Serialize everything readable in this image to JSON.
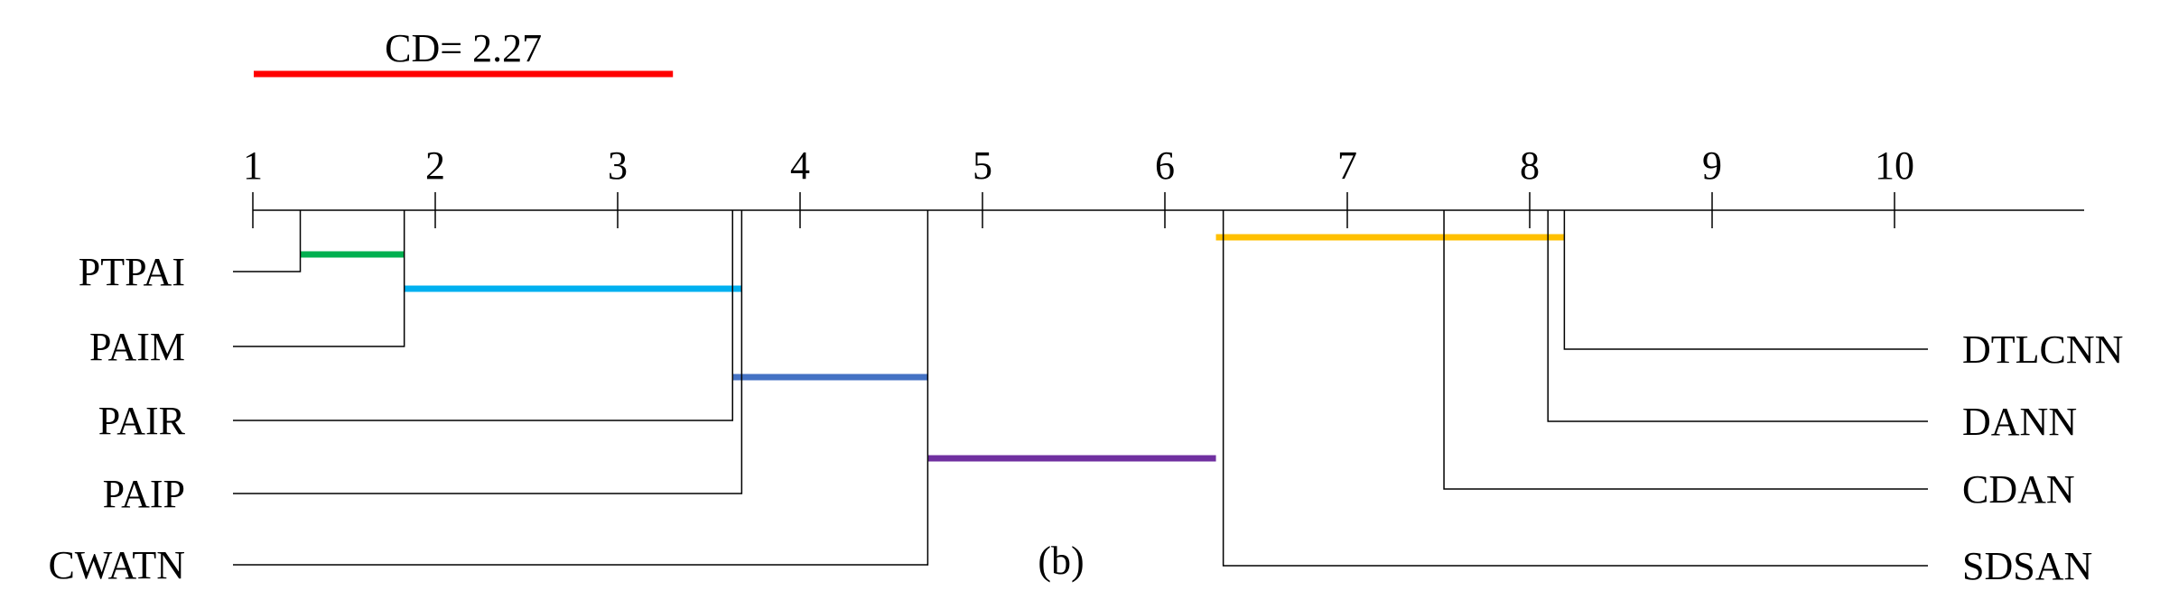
{
  "chart_data": {
    "type": "critical-difference",
    "cd_label": "CD= 2.27",
    "cd_value": 2.27,
    "axis": {
      "ticks": [
        1,
        2,
        3,
        4,
        5,
        6,
        7,
        8,
        9,
        10
      ],
      "range": [
        1,
        11
      ]
    },
    "left_methods": [
      {
        "name": "PTPAI",
        "rank": 1.26
      },
      {
        "name": "PAIM",
        "rank": 1.83
      },
      {
        "name": "PAIR",
        "rank": 3.63
      },
      {
        "name": "PAIP",
        "rank": 3.68
      },
      {
        "name": "CWATN",
        "rank": 4.7
      }
    ],
    "right_methods": [
      {
        "name": "DTLCNN",
        "rank": 8.19
      },
      {
        "name": "DANN",
        "rank": 8.1
      },
      {
        "name": "CDAN",
        "rank": 7.53
      },
      {
        "name": "SDSAN",
        "rank": 6.32
      }
    ],
    "cliques": [
      {
        "from": 1.26,
        "to": 1.83,
        "color": "#00b050"
      },
      {
        "from": 1.83,
        "to": 3.68,
        "color": "#00b0f0"
      },
      {
        "from": 3.63,
        "to": 4.7,
        "color": "#4472c4"
      },
      {
        "from": 4.7,
        "to": 6.28,
        "color": "#7030a0"
      },
      {
        "from": 6.28,
        "to": 8.19,
        "color": "#ffc000"
      }
    ],
    "cd_bar_color": "#ff0000",
    "subfigure_label": "(b)"
  }
}
